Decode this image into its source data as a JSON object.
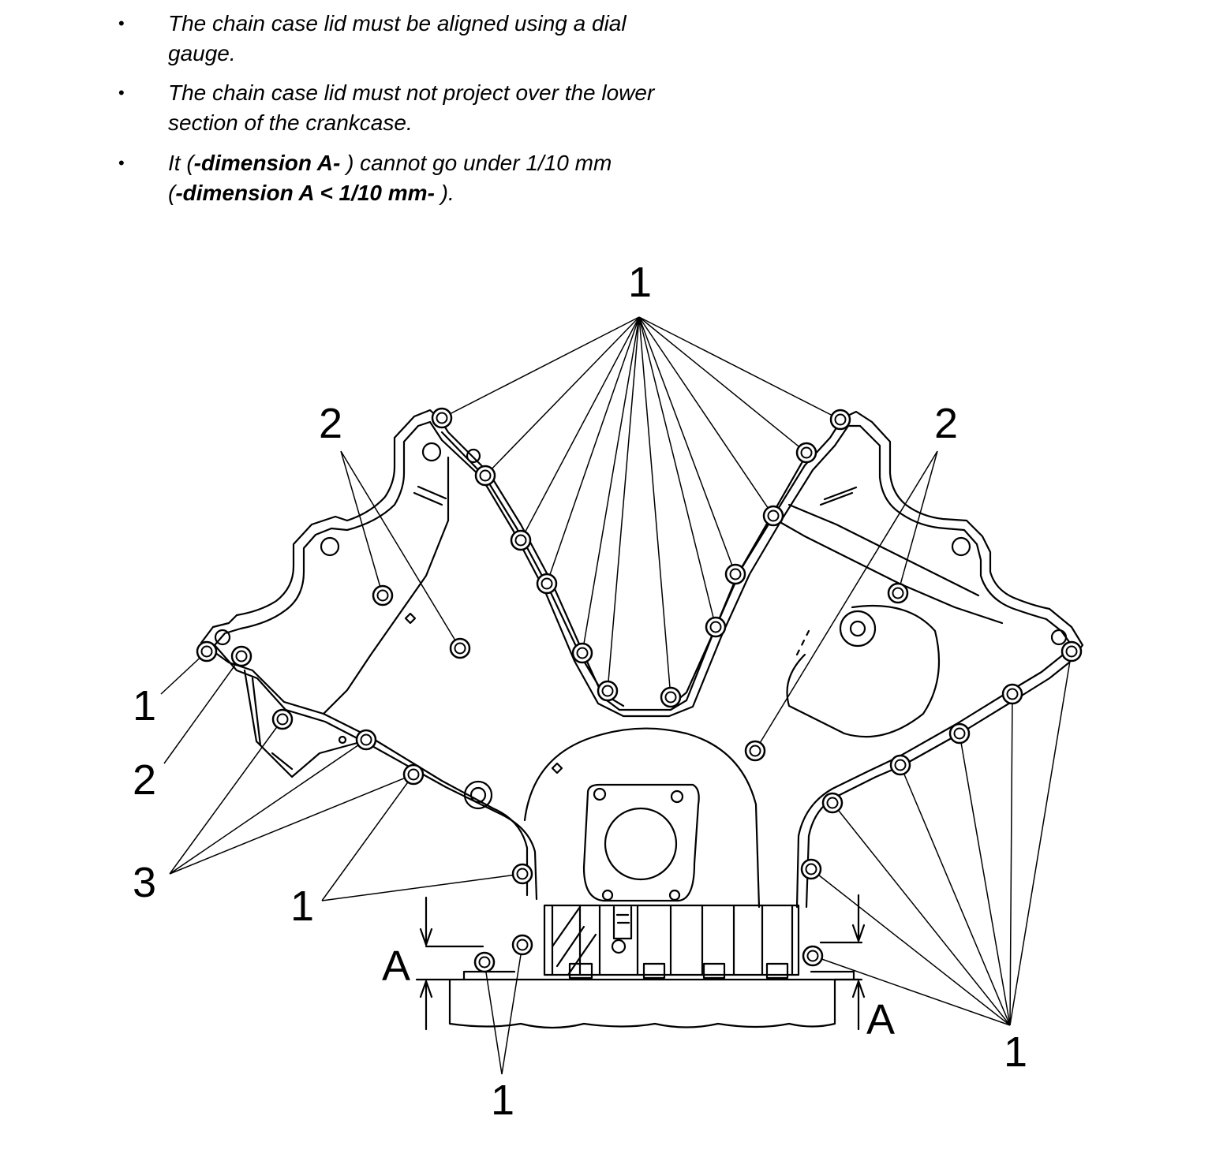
{
  "notes": [
    {
      "bullet": "•",
      "text": "The chain case lid must be aligned using a dial\ngauge."
    },
    {
      "bullet": "•",
      "text": "The chain case lid must not project over the lower\nsection of the crankcase."
    },
    {
      "bullet": "•",
      "line1_pre": "It (",
      "line1_bold": "-dimension A-",
      "line1_post": " ) cannot go under 1/10 mm",
      "line2_pre": "(",
      "line2_bold": "-dimension A < 1/10 mm-",
      "line2_post": " )."
    }
  ],
  "diagram": {
    "labels": {
      "l1_top": "1",
      "l2_left": "2",
      "l2_right": "2",
      "l1_left": "1",
      "l2_left_lower": "2",
      "l3": "3",
      "l1_left_lower": "1",
      "dim_a_left": "A",
      "dim_a_right": "A",
      "l1_bottom": "1",
      "l1_right": "1"
    }
  }
}
